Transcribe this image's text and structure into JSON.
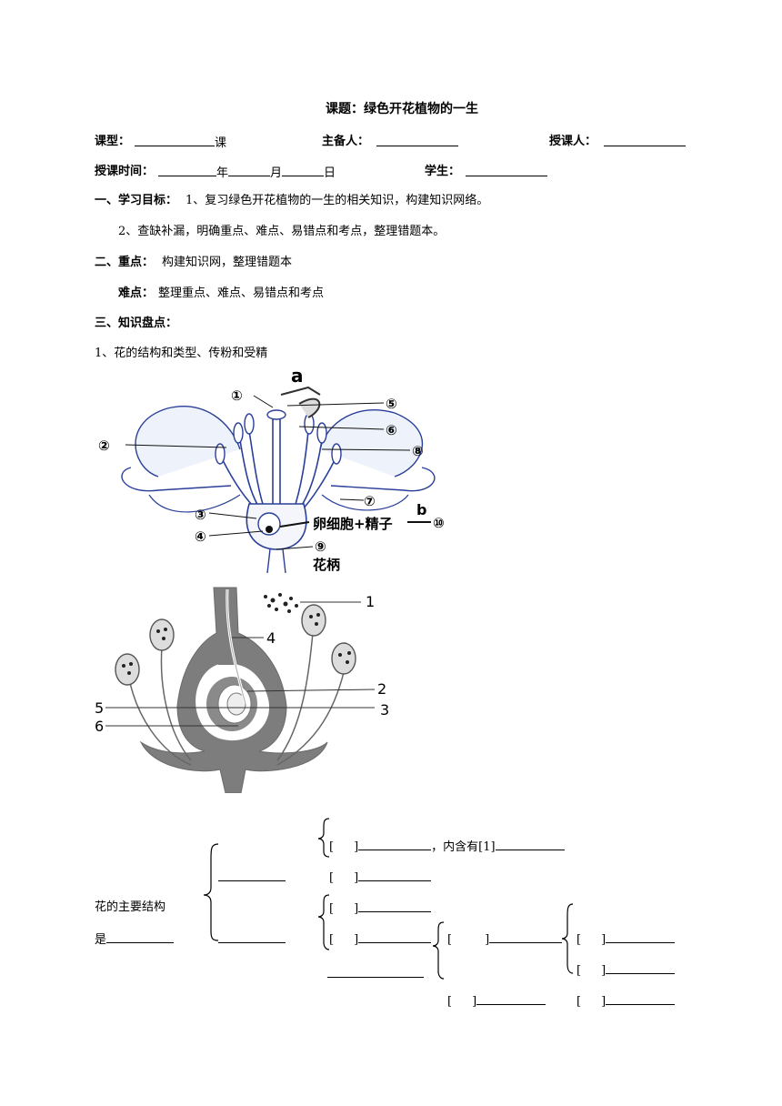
{
  "title": "课题：绿色开花植物的一生",
  "header": {
    "lesson_type_label": "课型：",
    "lesson_type_suffix": "课",
    "preparer_label": "主备人：",
    "teacher_label": "授课人：",
    "time_label": "授课时间：",
    "year": "年",
    "month": "月",
    "day": "日",
    "student_label": "学生："
  },
  "sections": {
    "goals_label": "一、学习目标：",
    "goal1": "1、复习绿色开花植物的一生的相关知识，构建知识网络。",
    "goal2": "2、查缺补漏，明确重点、难点、易错点和考点，整理错题本。",
    "key_label": "二、重点：",
    "key_text": "构建知识网，整理错题本",
    "difficult_label": "难点：",
    "difficult_text": "整理重点、难点、易错点和考点",
    "inventory_label": "三、知识盘点：",
    "item1": "1、花的结构和类型、传粉和受精"
  },
  "figure1": {
    "label_a": "a",
    "label_b": "b",
    "nums": [
      "①",
      "②",
      "③",
      "④",
      "⑤",
      "⑥",
      "⑦",
      "⑧",
      "⑨",
      "⑩"
    ],
    "ovule_text": "卵细胞+精子",
    "stalk_text": "花柄"
  },
  "figure2": {
    "nums": [
      "1",
      "2",
      "3",
      "4",
      "5",
      "6"
    ]
  },
  "outline": {
    "main_label_1": "花的主要结构",
    "main_label_2": "是",
    "contains_text": "，内含有[1]",
    "bracket": "[",
    "bracket_close": "]"
  }
}
